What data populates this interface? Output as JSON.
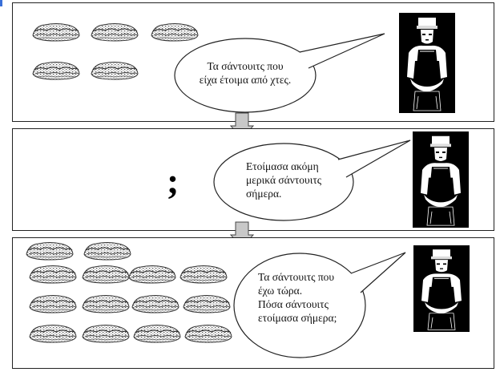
{
  "panels": [
    {
      "sandwich_count": 5,
      "speech": [
        "Τα σάντουιτς που",
        "είχα έτοιμα από χτες."
      ]
    },
    {
      "symbol": ";",
      "speech": [
        "Ετοίμασα ακόμη",
        "μερικά σάντουιτς",
        "σήμερα."
      ]
    },
    {
      "sandwich_count": 14,
      "speech": [
        "Τα σάντουιτς που",
        "έχω τώρα.",
        "Πόσα σάντουιτς",
        "ετοίμασα σήμερα;"
      ]
    }
  ],
  "colors": {
    "ink": "#111111",
    "arrow_fill": "#c8c8c8",
    "corner_mark": "#3a6fd8"
  },
  "icons": [
    "sandwich-icon",
    "chef-icon",
    "down-arrow-icon",
    "speech-bubble"
  ]
}
